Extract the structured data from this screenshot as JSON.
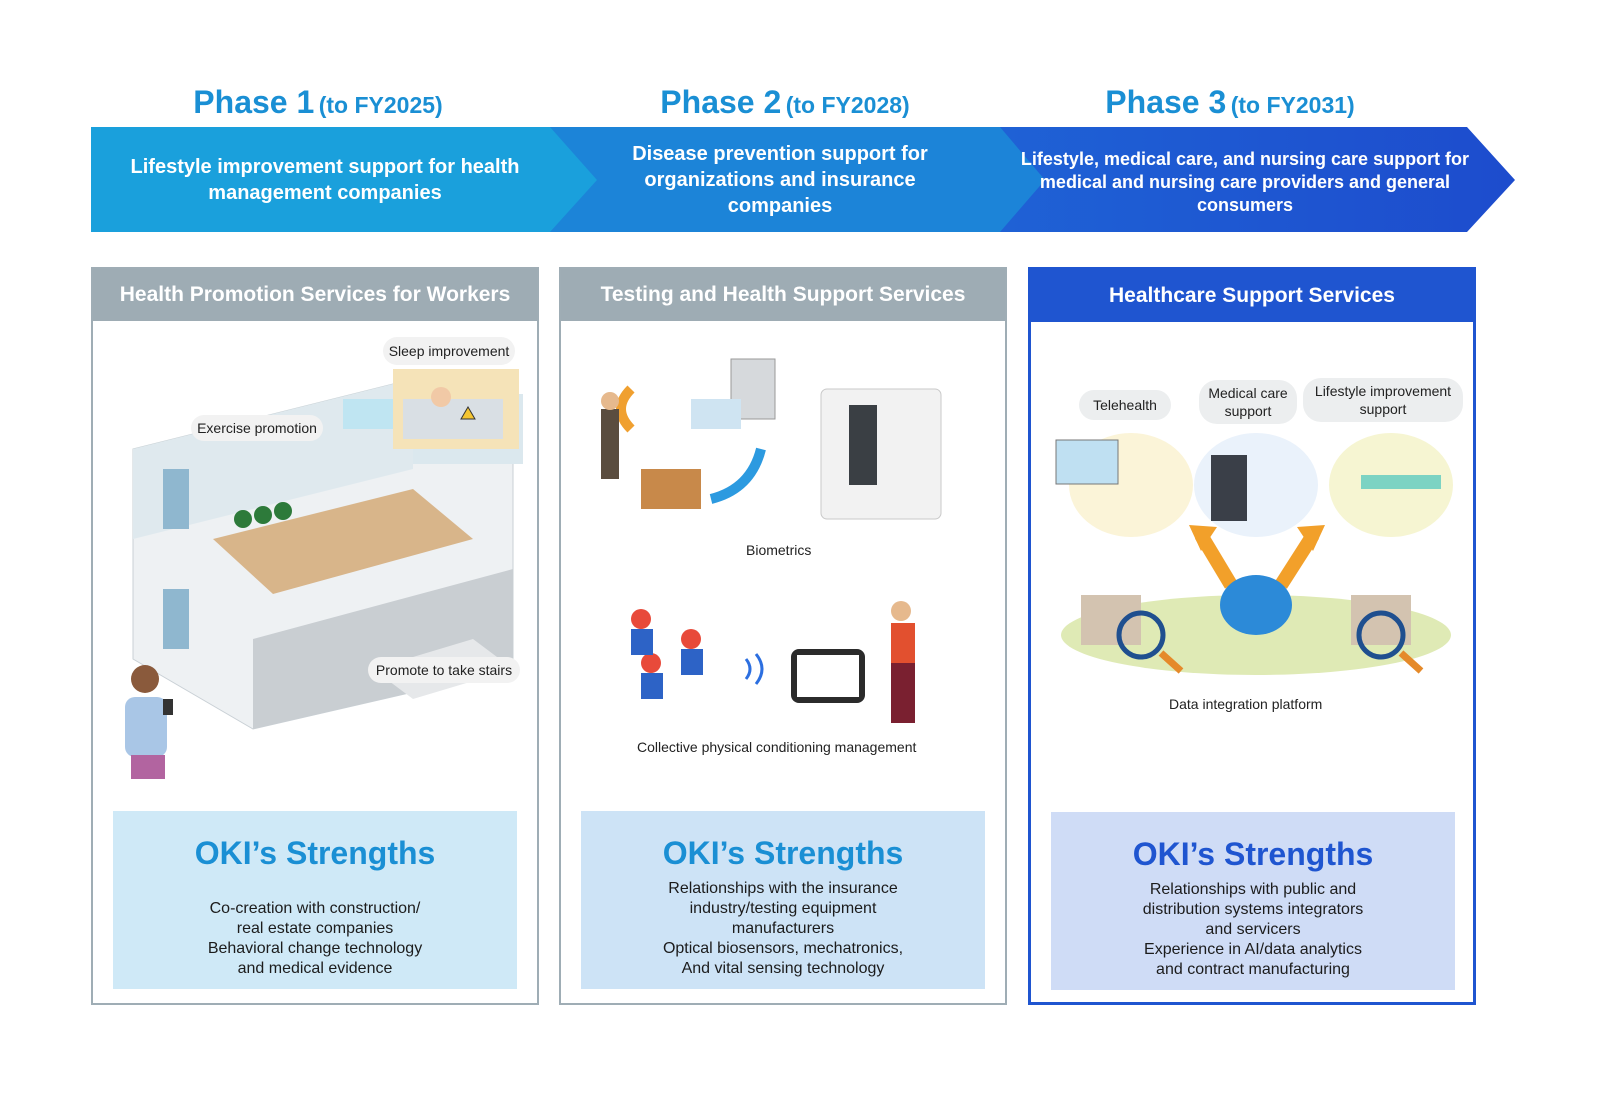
{
  "phases": [
    {
      "name": "Phase 1",
      "period": "(to FY2025)",
      "description": "Lifestyle improvement support for health management companies"
    },
    {
      "name": "Phase 2",
      "period": "(to FY2028)",
      "description": "Disease prevention support for organizations and insurance companies"
    },
    {
      "name": "Phase 3",
      "period": "(to FY2031)",
      "description": "Lifestyle, medical care, and nursing care support for medical and nursing care providers and general consumers"
    }
  ],
  "panels": [
    {
      "title": "Health Promotion Services for Workers",
      "labels": [
        "Sleep improvement",
        "Exercise promotion",
        "Promote to take stairs"
      ],
      "strengths_title": "OKI’s Strengths",
      "strengths_lines": [
        "Co-creation with construction/",
        "real estate companies",
        "Behavioral change technology",
        "and medical evidence"
      ]
    },
    {
      "title": "Testing and Health Support Services",
      "labels": [
        "Biometrics",
        "Collective physical conditioning management"
      ],
      "strengths_title": "OKI’s Strengths",
      "strengths_lines": [
        "Relationships with the insurance",
        "industry/testing equipment",
        "manufacturers",
        "Optical biosensors, mechatronics,",
        "And vital sensing technology"
      ]
    },
    {
      "title": "Healthcare Support Services",
      "labels": [
        "Telehealth",
        "Medical care support",
        "Lifestyle improvement support",
        "Data integration platform"
      ],
      "strengths_title": "OKI’s Strengths",
      "strengths_lines": [
        "Relationships with public and",
        "distribution systems integrators",
        "and servicers",
        "Experience in AI/data analytics",
        "and contract manufacturing"
      ]
    }
  ],
  "colors": {
    "phase_title": "#1a8fd4",
    "arrow1": "#1aa0dc",
    "arrow2": "#1c86d9",
    "arrow3": "#1f55d0",
    "panel_gray": "#9eacb4",
    "panel_blue": "#1f55d0"
  }
}
